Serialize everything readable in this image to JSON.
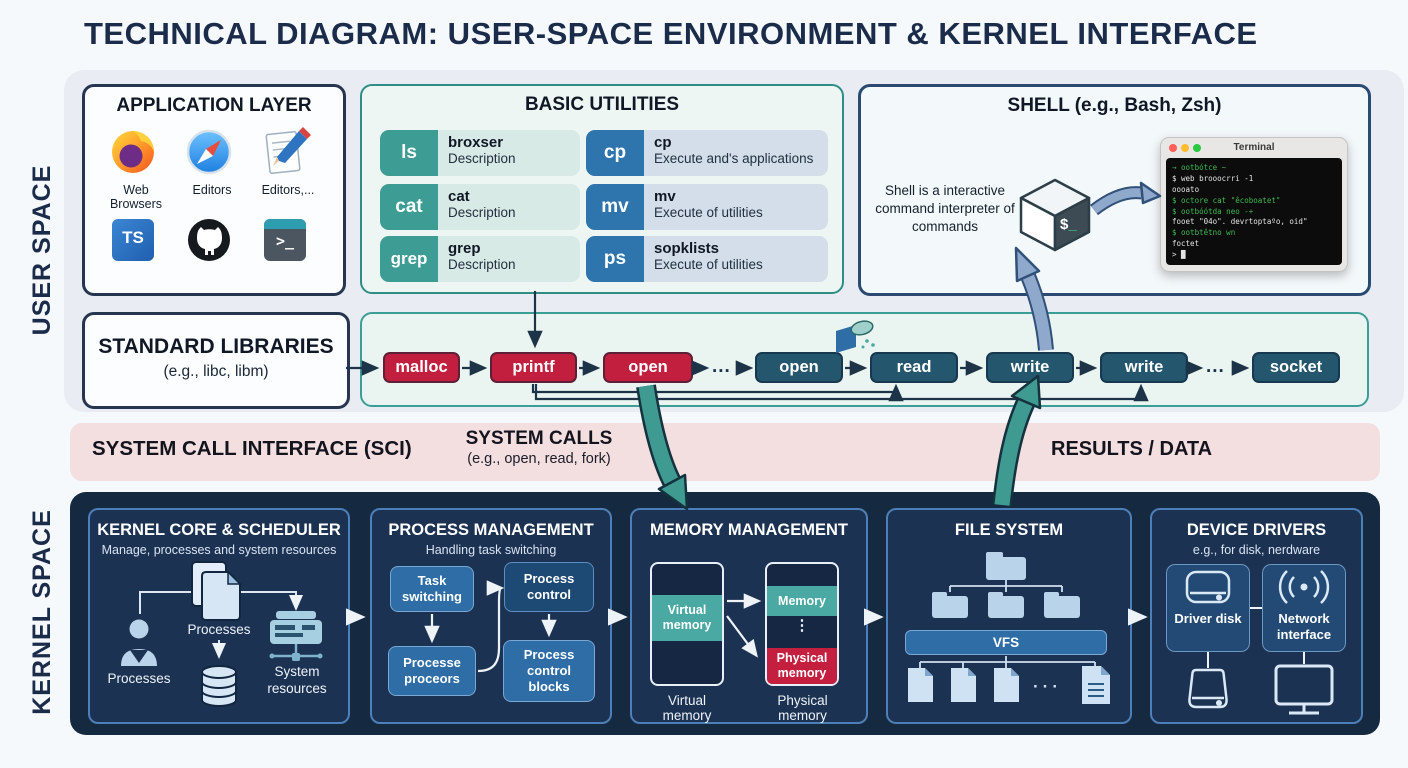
{
  "title": "TECHNICAL DIAGRAM: USER-SPACE ENVIRONMENT & KERNEL INTERFACE",
  "side_labels": {
    "user": "USER SPACE",
    "kernel": "KERNEL SPACE"
  },
  "application_layer": {
    "title": "APPLICATION LAYER",
    "apps": [
      {
        "label": "Web Browsers"
      },
      {
        "label": "Editors"
      },
      {
        "label": "Editors,..."
      }
    ],
    "ts_glyph": "TS",
    "terminal_glyph": ">_"
  },
  "basic_utilities": {
    "title": "BASIC UTILITIES",
    "items": [
      {
        "cmd": "ls",
        "name": "broxser",
        "desc": "Description"
      },
      {
        "cmd": "cat",
        "name": "cat",
        "desc": "Description"
      },
      {
        "cmd": "grep",
        "name": "grep",
        "desc": "Description"
      },
      {
        "cmd": "cp",
        "name": "cp",
        "desc": "Execute and's applications"
      },
      {
        "cmd": "mv",
        "name": "mv",
        "desc": "Execute of utilities"
      },
      {
        "cmd": "ps",
        "name": "sopklists",
        "desc": "Execute of utilities"
      }
    ]
  },
  "shell": {
    "title": "SHELL (e.g., Bash, Zsh)",
    "description": "Shell is a interactive command interpreter of commands",
    "prompt_symbol": "$",
    "prompt_cursor": "_",
    "terminal": {
      "title": "Terminal",
      "lines": [
        {
          "cls": "green",
          "text": "→ ootbótce ~"
        },
        {
          "cls": "white",
          "text": "$ web brooocrri -1"
        },
        {
          "cls": "white",
          "text": "oooato"
        },
        {
          "cls": "green",
          "text": "$ octore cat \"êcoboatet\""
        },
        {
          "cls": "green",
          "text": "$ ootbóótda neo -+"
        },
        {
          "cls": "white",
          "text": "fooet \"04o\". devrtoptaºo, oid\""
        },
        {
          "cls": "green",
          "text": "$ ootbtêtno wn"
        },
        {
          "cls": "white",
          "text": "foctet"
        },
        {
          "cls": "cursor",
          "text": "> █"
        }
      ]
    }
  },
  "standard_libraries": {
    "title": "STANDARD LIBRARIES",
    "subtitle": "(e.g., libc, libm)"
  },
  "call_chain": {
    "ellipsis": "...",
    "pills": [
      {
        "label": "malloc"
      },
      {
        "label": "printf"
      },
      {
        "label": "open"
      },
      {
        "label": "open"
      },
      {
        "label": "read"
      },
      {
        "label": "write"
      },
      {
        "label": "write"
      },
      {
        "label": "socket"
      }
    ]
  },
  "sci_band": {
    "title": "SYSTEM CALL INTERFACE (SCI)",
    "calls_title": "SYSTEM CALLS",
    "calls_subtitle": "(e.g., open, read, fork)",
    "results_label": "RESULTS / DATA"
  },
  "kernel": {
    "core": {
      "title": "KERNEL CORE & SCHEDULER",
      "subtitle": "Manage, processes and system resources",
      "label_processes_docs": "Processes",
      "label_processes_person": "Processes",
      "label_system_resources": "System resources"
    },
    "process": {
      "title": "PROCESS MANAGEMENT",
      "subtitle": "Handling task switching",
      "chip_task": "Task switching",
      "chip_control": "Process control",
      "chip_processors": "Processe proceors",
      "chip_blocks": "Process control blocks"
    },
    "memory": {
      "title": "MEMORY MANAGEMENT",
      "band_virtual": "Virtual memory",
      "band_memory": "Memory",
      "band_physical": "Physical memory",
      "caption_virtual": "Virtual memory",
      "caption_physical": "Physical memory",
      "dots": "⋮"
    },
    "filesystem": {
      "title": "FILE SYSTEM",
      "vfs_label": "VFS",
      "dots": "···"
    },
    "drivers": {
      "title": "DEVICE DRIVERS",
      "subtitle": "e.g., for disk, nerdware",
      "chip_disk": "Driver disk",
      "chip_network": "Network interface"
    }
  },
  "colors": {
    "accent_teal": "#3f9a91",
    "accent_red": "#c21f3e",
    "pill_dark": "#24566e",
    "badge_teal": "#3d9c94",
    "badge_blue": "#2e74ad",
    "kernel_bg": "#152940",
    "band_pink": "#f4dfe0",
    "navy": "#1b2b4a"
  }
}
